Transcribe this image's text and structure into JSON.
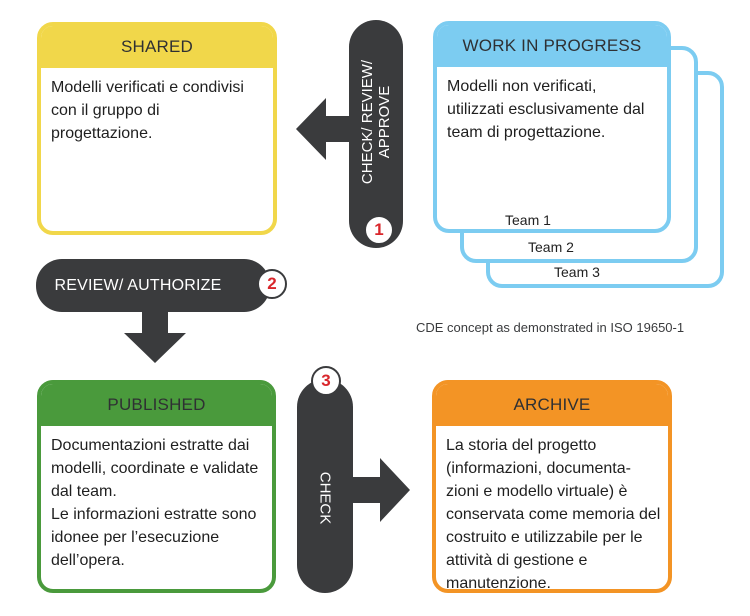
{
  "shared": {
    "title": "SHARED",
    "text": "Modelli verificati e condivisi con il gruppo di progettazione."
  },
  "wip": {
    "title": "WORK IN PROGRESS",
    "text": "Modelli non verificati, utilizzati esclusivamente dal team di progettazione.",
    "teams": [
      "Team 1",
      "Team  2",
      "Team  3"
    ]
  },
  "published": {
    "title": "PUBLISHED",
    "text": "Documentazioni estratte dai modelli, coordinate e validate dal team.\nLe informazioni estratte sono idonee per l’esecuzione dell’opera."
  },
  "archive": {
    "title": "ARCHIVE",
    "text": "La storia del progetto (informazioni, documenta-zioni e modello virtuale) è conservata come memoria del costruito e utilizzabile per le attività di gestione e manutenzione."
  },
  "steps": {
    "check_review_approve_line1": "CHECK/ REVIEW/",
    "check_review_approve_line2": "APPROVE",
    "review_authorize": "REVIEW/ AUTHORIZE",
    "check": "CHECK",
    "numbers": [
      "1",
      "2",
      "3"
    ]
  },
  "caption": "CDE concept as demonstrated in ISO 19650-1",
  "colors": {
    "shared": "#f1d74a",
    "wip": "#7cccf1",
    "published": "#4a9a3c",
    "archive": "#f39425",
    "step": "#3a3b3d",
    "number": "#d9262b"
  }
}
